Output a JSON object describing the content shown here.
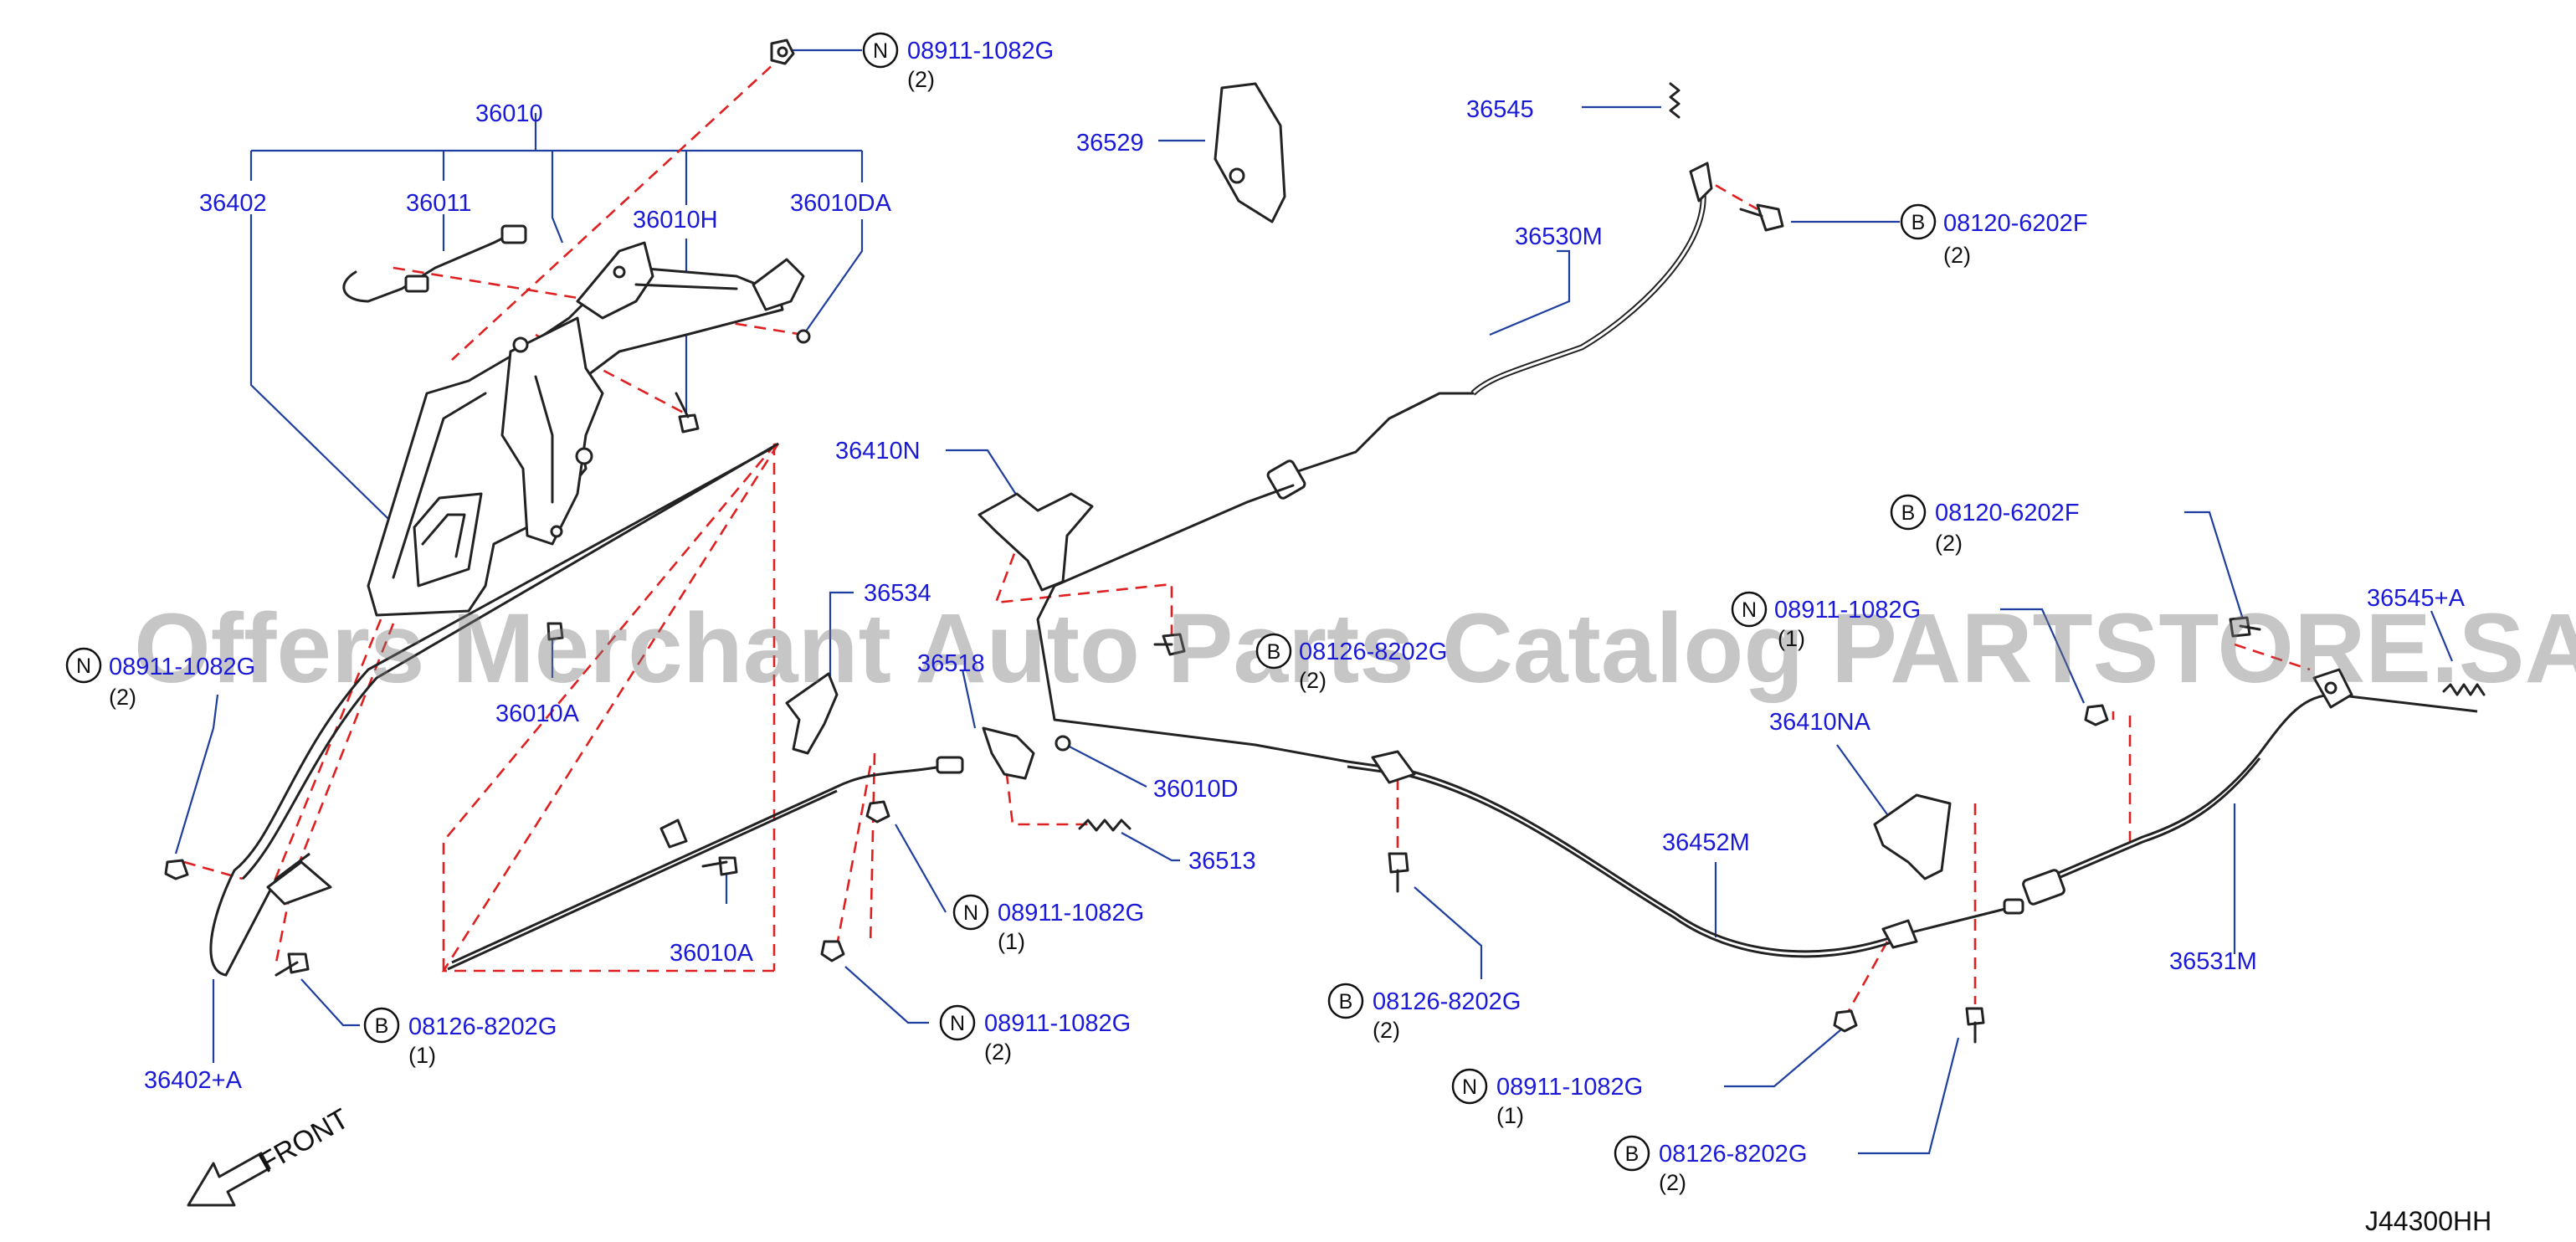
{
  "watermark": "Offers Merchant Auto Parts Catalog PARTSTORE.SA",
  "diagram_code": "J44300HH",
  "front_label": "FRONT",
  "labels": {
    "p36010": "36010",
    "p36402": "36402",
    "p36011": "36011",
    "p36010H": "36010H",
    "p36010DA": "36010DA",
    "p36529": "36529",
    "p36545": "36545",
    "p36530M": "36530M",
    "p36410N": "36410N",
    "p36534": "36534",
    "p36518": "36518",
    "p36010A_1": "36010A",
    "p36010A_2": "36010A",
    "p36010D": "36010D",
    "p36513": "36513",
    "p36402A": "36402+A",
    "p36452M": "36452M",
    "p36410NA": "36410NA",
    "p36545A": "36545+A",
    "p36531M": "36531M"
  },
  "fasteners": [
    {
      "key": "f1",
      "badge": "N",
      "number": "08911-1082G",
      "qty": "(2)"
    },
    {
      "key": "f2",
      "badge": "B",
      "number": "08120-6202F",
      "qty": "(2)"
    },
    {
      "key": "f3",
      "badge": "N",
      "number": "08911-1082G",
      "qty": "(2)"
    },
    {
      "key": "f4",
      "badge": "B",
      "number": "08126-8202G",
      "qty": "(2)"
    },
    {
      "key": "f5",
      "badge": "B",
      "number": "08120-6202F",
      "qty": "(2)"
    },
    {
      "key": "f6",
      "badge": "N",
      "number": "08911-1082G",
      "qty": "(1)"
    },
    {
      "key": "f7",
      "badge": "N",
      "number": "08911-1082G",
      "qty": "(1)"
    },
    {
      "key": "f8",
      "badge": "B",
      "number": "08126-8202G",
      "qty": "(1)"
    },
    {
      "key": "f9",
      "badge": "N",
      "number": "08911-1082G",
      "qty": "(2)"
    },
    {
      "key": "f10",
      "badge": "B",
      "number": "08126-8202G",
      "qty": "(2)"
    },
    {
      "key": "f11",
      "badge": "N",
      "number": "08911-1082G",
      "qty": "(1)"
    },
    {
      "key": "f12",
      "badge": "B",
      "number": "08126-8202G",
      "qty": "(2)"
    }
  ]
}
